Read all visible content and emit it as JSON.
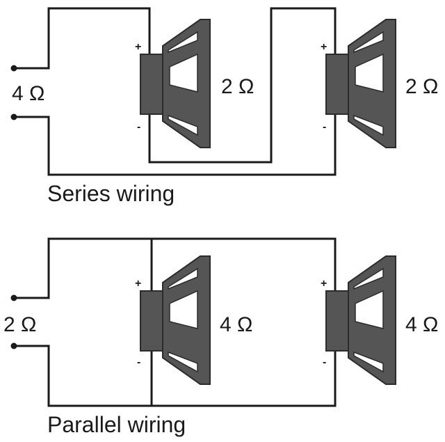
{
  "series": {
    "input_label": "4 Ω",
    "speaker1": {
      "impedance": "2 Ω",
      "plus": "+",
      "minus": "-"
    },
    "speaker2": {
      "impedance": "2 Ω",
      "plus": "+",
      "minus": "-"
    },
    "caption": "Series wiring"
  },
  "parallel": {
    "input_label": "2 Ω",
    "speaker1": {
      "impedance": "4 Ω",
      "plus": "+",
      "minus": "-"
    },
    "speaker2": {
      "impedance": "4 Ω",
      "plus": "+",
      "minus": "-"
    },
    "caption": "Parallel wiring"
  },
  "colors": {
    "wire": "#1a1a1a",
    "speaker": "#555555"
  }
}
